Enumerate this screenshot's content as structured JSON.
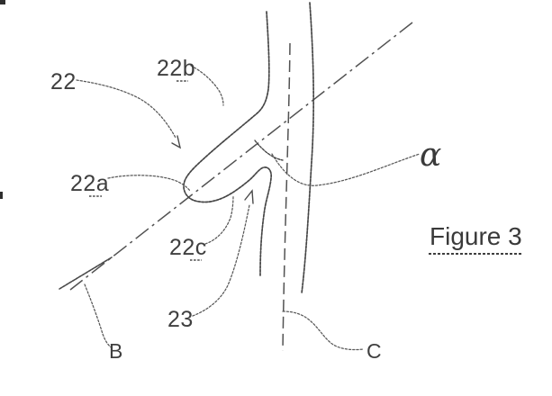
{
  "figure": {
    "caption": "Figure 3",
    "line_color": "#464646",
    "background": "#ffffff",
    "labels": {
      "part22": "22",
      "part22a": "22a",
      "part22b": "22b",
      "part22c": "22c",
      "part23": "23",
      "axisB": "B",
      "axisC": "C",
      "angleAlpha": "α"
    }
  }
}
